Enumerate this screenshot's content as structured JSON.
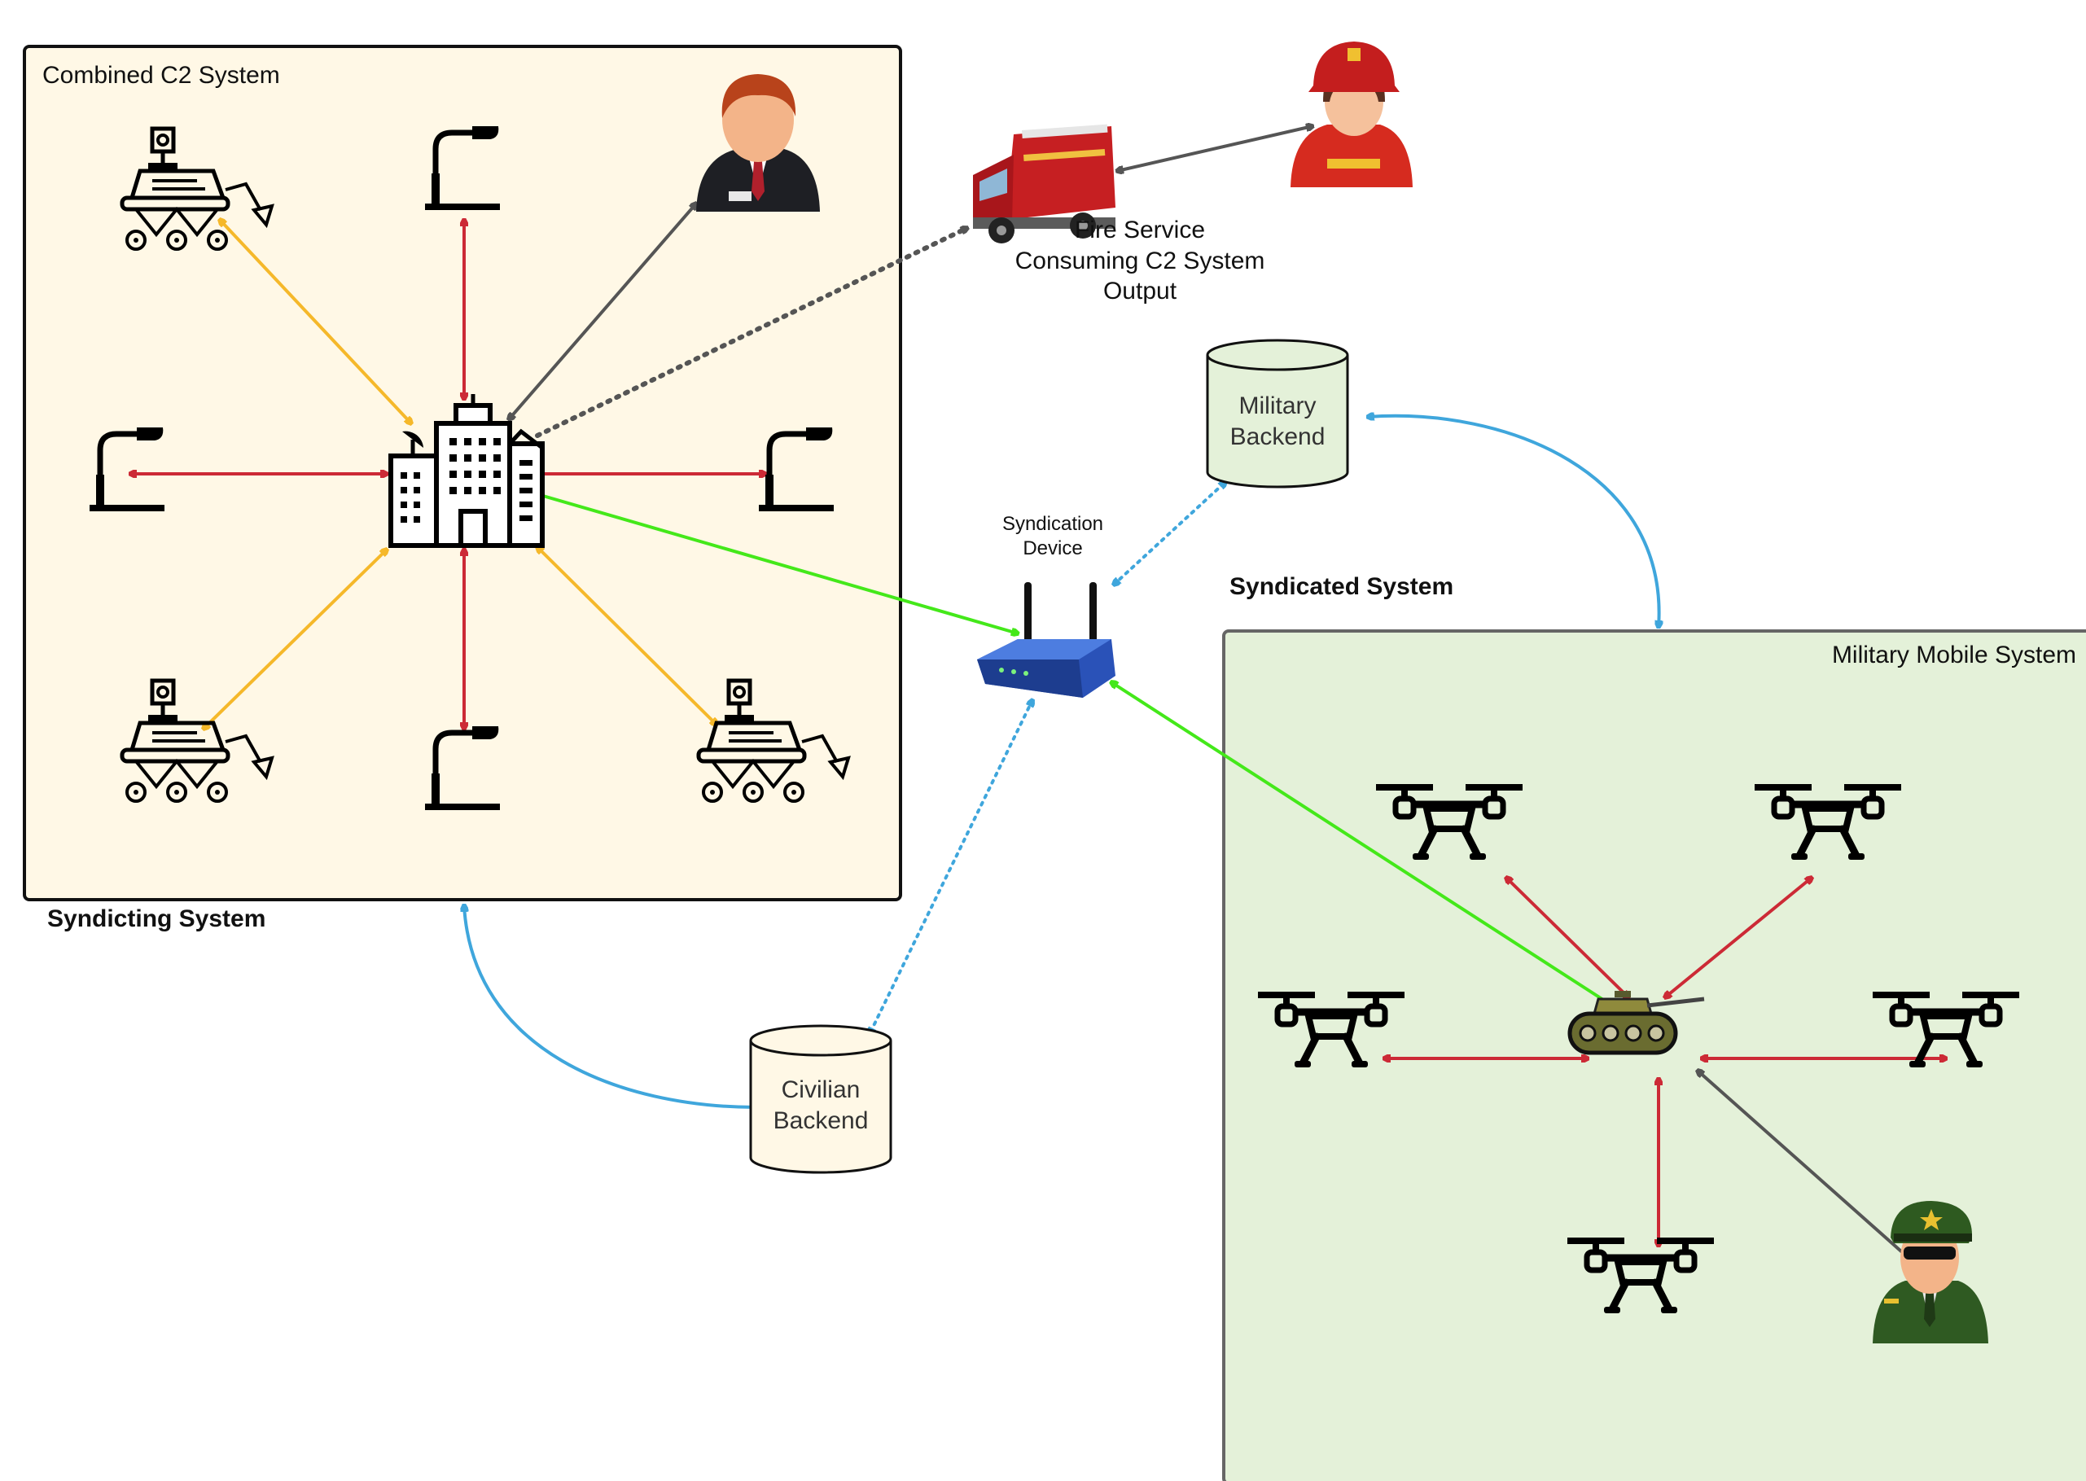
{
  "labels": {
    "combined_c2": "Combined C2 System",
    "syndicting": "Syndicting System",
    "syndicated": "Syndicated System",
    "military_mobile": "Military Mobile System",
    "fire_service": "Fire Service\nConsuming C2 System\nOutput",
    "syndication_device": "Syndication\nDevice",
    "military_backend": "Military\nBackend",
    "civilian_backend": "Civilian\nBackend"
  },
  "colors": {
    "civilian_fill": "#fff8e6",
    "military_fill": "#e4f1d9",
    "link_red": "#cc2a36",
    "link_yellow": "#f5b82a",
    "link_green": "#44e81a",
    "link_blue": "#3fa6dc",
    "link_gray": "#555555",
    "border": "#111111"
  },
  "icons": {
    "hub": "command-building-icon",
    "rover": "rover-robot-icon",
    "lamp": "street-lamp-sensor-icon",
    "civilian_operator": "businessman-operator-icon",
    "fire_truck": "fire-truck-icon",
    "firefighter": "firefighter-icon",
    "router": "wireless-router-icon",
    "database": "database-cylinder-icon",
    "drone": "quadcopter-drone-icon",
    "tank": "tank-icon",
    "soldier": "military-officer-icon"
  }
}
